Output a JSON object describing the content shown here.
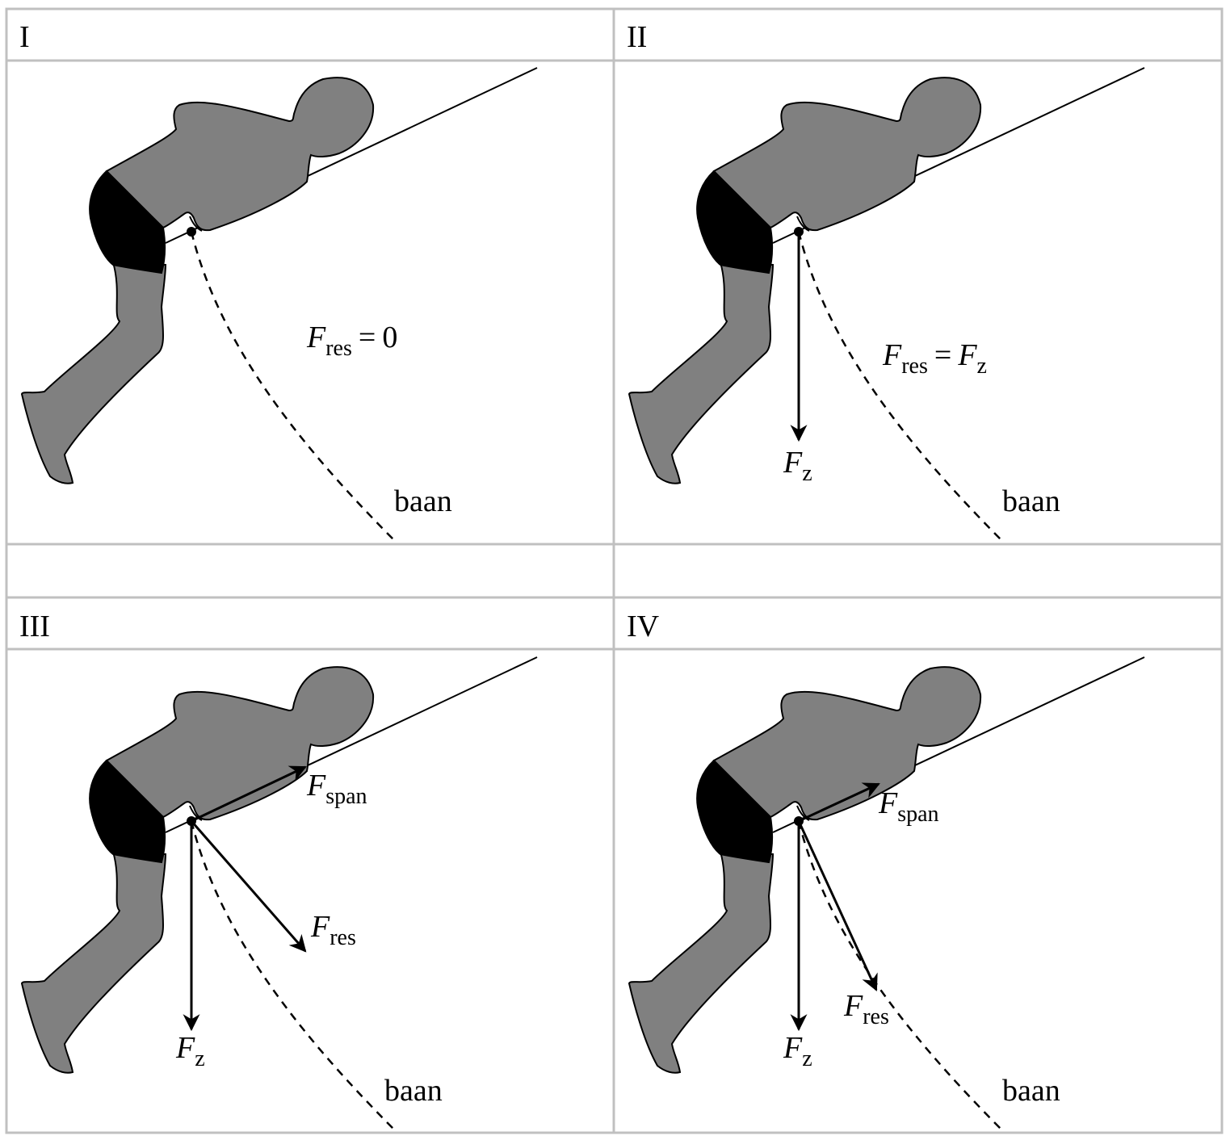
{
  "panels": [
    {
      "label": "I",
      "path_label": "baan",
      "annotation": {
        "lhs_symbol": "F",
        "lhs_sub": "res",
        "equals": "=",
        "rhs_text": "0",
        "rhs_symbol": "",
        "rhs_sub": ""
      }
    },
    {
      "label": "II",
      "path_label": "baan",
      "annotation": {
        "lhs_symbol": "F",
        "lhs_sub": "res",
        "equals": "=",
        "rhs_text": "",
        "rhs_symbol": "F",
        "rhs_sub": "z"
      },
      "vectors": {
        "gravity": {
          "symbol": "F",
          "sub": "z"
        }
      }
    },
    {
      "label": "III",
      "path_label": "baan",
      "vectors": {
        "gravity": {
          "symbol": "F",
          "sub": "z"
        },
        "tension": {
          "symbol": "F",
          "sub": "span"
        },
        "resultant": {
          "symbol": "F",
          "sub": "res"
        }
      }
    },
    {
      "label": "IV",
      "path_label": "baan",
      "vectors": {
        "gravity": {
          "symbol": "F",
          "sub": "z"
        },
        "tension": {
          "symbol": "F",
          "sub": "span"
        },
        "resultant": {
          "symbol": "F",
          "sub": "res"
        }
      }
    }
  ],
  "colors": {
    "figure_fill": "#808080",
    "shorts_fill": "#000000",
    "grid_line": "#c0c0c0"
  }
}
